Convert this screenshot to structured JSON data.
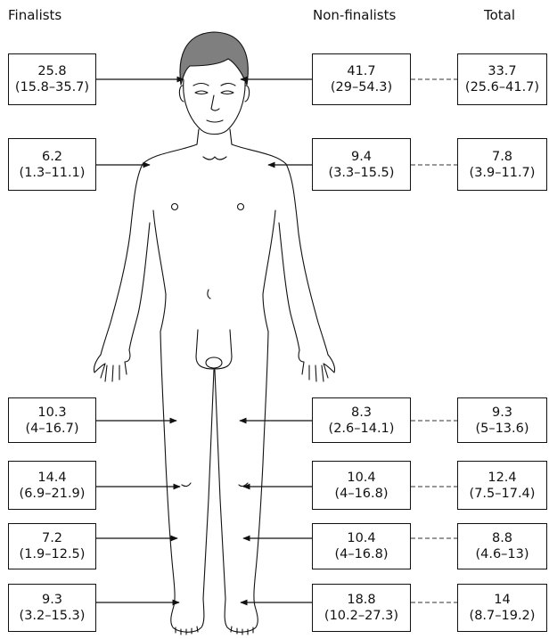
{
  "headers": {
    "finalists": "Finalists",
    "non_finalists": "Non-finalists",
    "total": "Total"
  },
  "regions": [
    {
      "part": "head",
      "finalists": {
        "value": "25.8",
        "ci": "(15.8–35.7)"
      },
      "non_finalists": {
        "value": "41.7",
        "ci": "(29–54.3)"
      },
      "total": {
        "value": "33.7",
        "ci": "(25.6–41.7)"
      }
    },
    {
      "part": "shoulder",
      "finalists": {
        "value": "6.2",
        "ci": "(1.3–11.1)"
      },
      "non_finalists": {
        "value": "9.4",
        "ci": "(3.3–15.5)"
      },
      "total": {
        "value": "7.8",
        "ci": "(3.9–11.7)"
      }
    },
    {
      "part": "thigh",
      "finalists": {
        "value": "10.3",
        "ci": "(4–16.7)"
      },
      "non_finalists": {
        "value": "8.3",
        "ci": "(2.6–14.1)"
      },
      "total": {
        "value": "9.3",
        "ci": "(5–13.6)"
      }
    },
    {
      "part": "knee",
      "finalists": {
        "value": "14.4",
        "ci": "(6.9–21.9)"
      },
      "non_finalists": {
        "value": "10.4",
        "ci": "(4–16.8)"
      },
      "total": {
        "value": "12.4",
        "ci": "(7.5–17.4)"
      }
    },
    {
      "part": "lower-leg",
      "finalists": {
        "value": "7.2",
        "ci": "(1.9–12.5)"
      },
      "non_finalists": {
        "value": "10.4",
        "ci": "(4–16.8)"
      },
      "total": {
        "value": "8.8",
        "ci": "(4.6–13)"
      }
    },
    {
      "part": "ankle",
      "finalists": {
        "value": "9.3",
        "ci": "(3.2–15.3)"
      },
      "non_finalists": {
        "value": "18.8",
        "ci": "(10.2–27.3)"
      },
      "total": {
        "value": "14",
        "ci": "(8.7–19.2)"
      }
    }
  ]
}
